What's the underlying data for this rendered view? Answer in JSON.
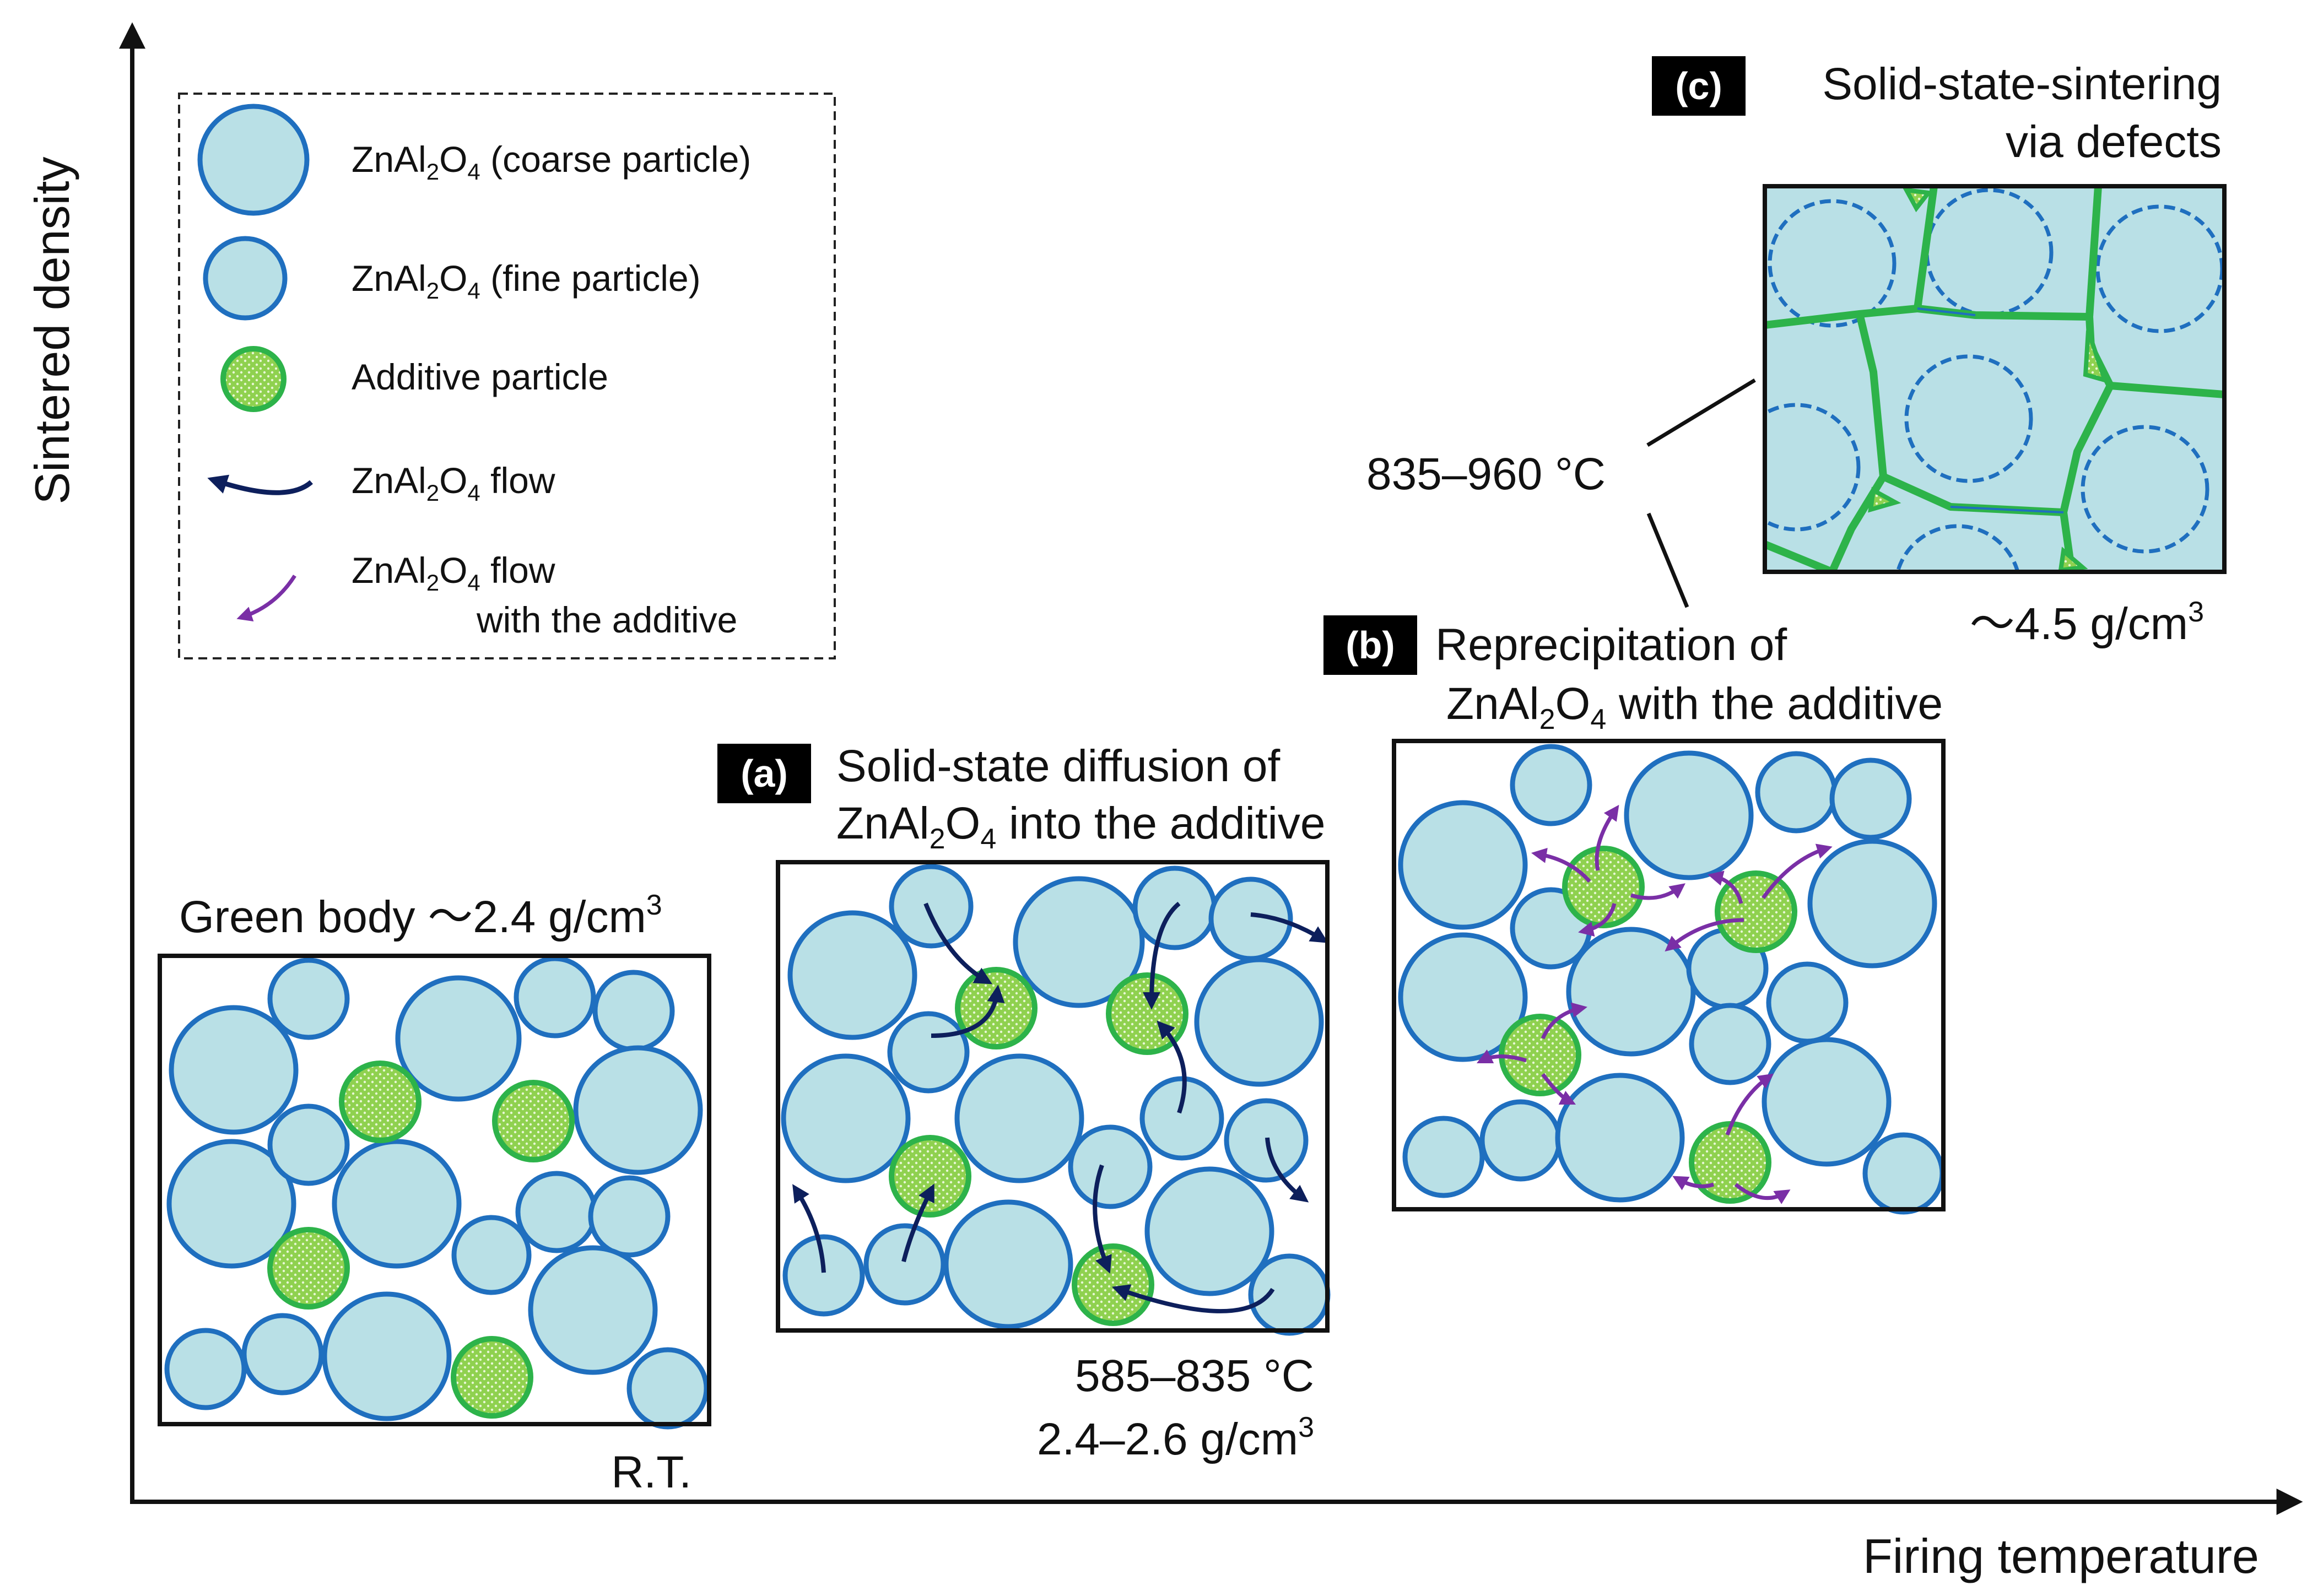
{
  "axes": {
    "y_title": "Sintered density",
    "x_title": "Firing temperature"
  },
  "legend": {
    "coarse": {
      "pre": "ZnAl",
      "s1": "2",
      "mid": "O",
      "s2": "4",
      "post": " (coarse particle)"
    },
    "fine": {
      "pre": "ZnAl",
      "s1": "2",
      "mid": "O",
      "s2": "4",
      "post": " (fine particle)"
    },
    "additive": "Additive particle",
    "flow": {
      "pre": "ZnAl",
      "s1": "2",
      "mid": "O",
      "s2": "4",
      "post": " flow"
    },
    "flow_additive": {
      "pre": "ZnAl",
      "s1": "2",
      "mid": "O",
      "s2": "4",
      "post": " flow",
      "line2": "with the additive"
    }
  },
  "stages": {
    "green": {
      "title": "Green body ～2.4 g/cm",
      "title_sup": "3",
      "temp": "R.T."
    },
    "a": {
      "badge": "(a)",
      "line1": "Solid-state diffusion of",
      "line2": {
        "pre": "ZnAl",
        "s1": "2",
        "mid": "O",
        "s2": "4",
        "post": " into the additive"
      },
      "temp": "585–835 °C",
      "density": "2.4–2.6 g/cm",
      "density_sup": "3"
    },
    "b": {
      "badge": "(b)",
      "line1": "Reprecipitation of",
      "line2": {
        "pre": "ZnAl",
        "s1": "2",
        "mid": "O",
        "s2": "4",
        "post": " with the additive"
      }
    },
    "c": {
      "badge": "(c)",
      "line1": "Solid-state-sintering",
      "line2": "via defects",
      "density": "～4.5 g/cm",
      "density_sup": "3"
    },
    "bc_temp": "835–960 °C"
  },
  "colors": {
    "particle_fill": "#b9e0e6",
    "particle_stroke": "#1f6fbf",
    "additive_fill": "#8fd14f",
    "additive_stroke": "#2db34a",
    "flow_arrow": "#0d1f5c",
    "flow_additive_arrow": "#7a2fa6",
    "grain_boundary": "#2db34a"
  }
}
